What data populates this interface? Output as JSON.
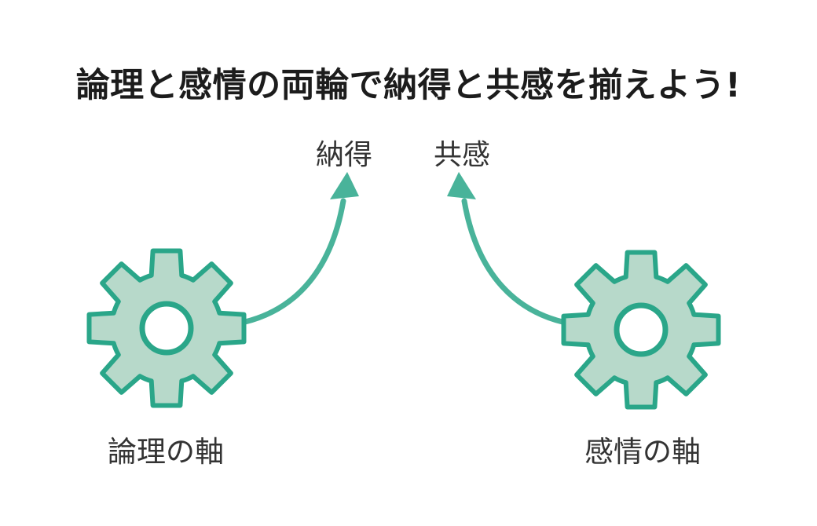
{
  "title": "論理と感情の両輪で納得と共感を揃えよう!",
  "arrows": [
    {
      "label": "納得",
      "from": "論理の軸",
      "direction": "up"
    },
    {
      "label": "共感",
      "from": "感情の軸",
      "direction": "up"
    }
  ],
  "gears": [
    {
      "label": "論理の軸",
      "icon": "gear-icon",
      "position": "left"
    },
    {
      "label": "感情の軸",
      "icon": "gear-icon",
      "position": "right"
    }
  ],
  "colors": {
    "background": "#ffffff",
    "gear_fill": "#b7d9ca",
    "gear_stroke": "#2aa689",
    "hole_fill": "#ffffff",
    "arrow": "#49b39a",
    "title_text": "#1c1c1c",
    "label_text": "#333333"
  }
}
